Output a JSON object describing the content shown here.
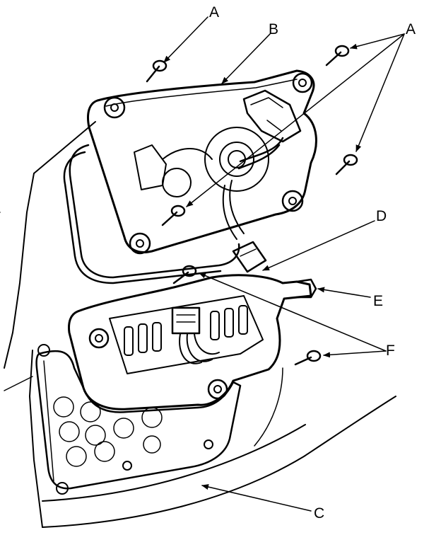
{
  "callouts": {
    "a1": "A",
    "a2": "A",
    "b": "B",
    "c": "C",
    "d": "D",
    "e": "E",
    "f": "F"
  }
}
